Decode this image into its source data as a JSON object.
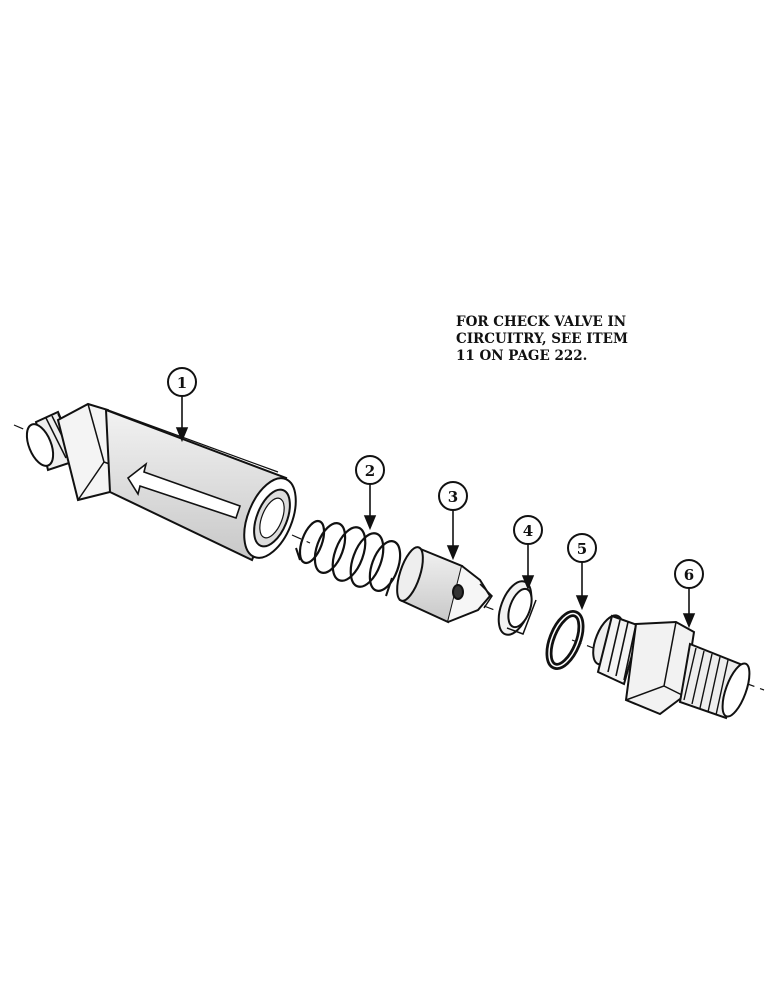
{
  "note": {
    "lines": [
      "FOR CHECK VALVE IN",
      "CIRCUITRY, SEE ITEM",
      "11 ON PAGE 222."
    ]
  },
  "callouts": [
    {
      "id": "1",
      "part": "valve-body"
    },
    {
      "id": "2",
      "part": "spring"
    },
    {
      "id": "3",
      "part": "poppet"
    },
    {
      "id": "4",
      "part": "seat"
    },
    {
      "id": "5",
      "part": "o-ring"
    },
    {
      "id": "6",
      "part": "fitting"
    }
  ],
  "colors": {
    "ink": "#111111",
    "paper": "#ffffff",
    "shade": "#c9c9c9"
  }
}
